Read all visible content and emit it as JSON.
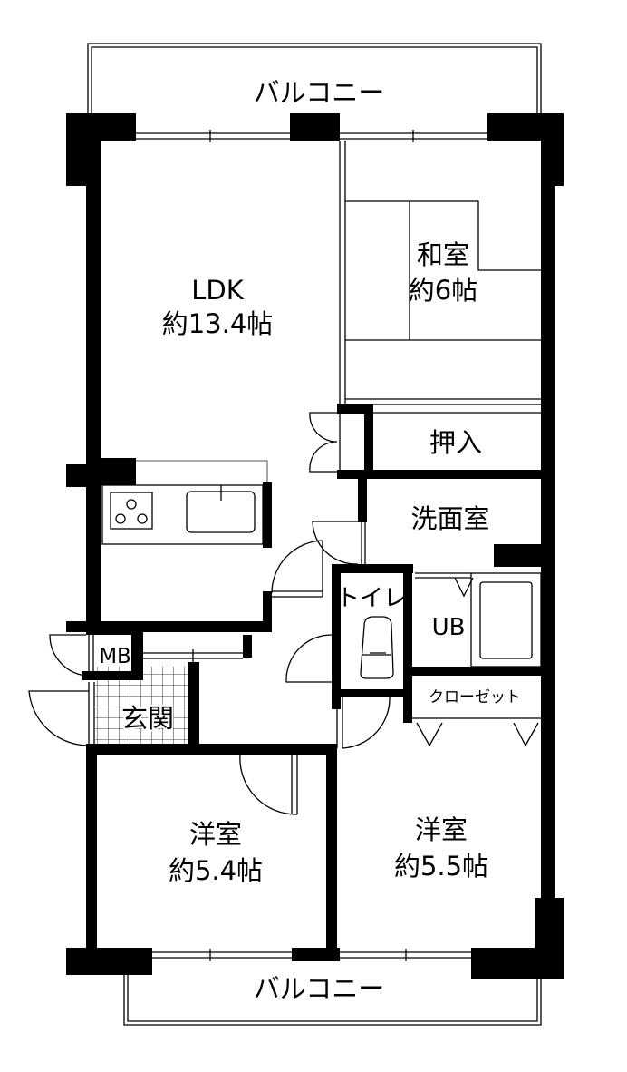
{
  "rooms": {
    "balcony_top": "バルコニー",
    "balcony_bottom": "バルコニー",
    "ldk_name": "LDK",
    "ldk_size": "約13.4帖",
    "washitsu_name": "和室",
    "washitsu_size": "約6帖",
    "oshiire": "押入",
    "senmenshitsu": "洗面室",
    "toilet": "トイレ",
    "ub": "UB",
    "closet": "クローゼット",
    "mb": "MB",
    "genkan": "玄関",
    "yoshitsu_left_name": "洋室",
    "yoshitsu_left_size": "約5.4帖",
    "yoshitsu_right_name": "洋室",
    "yoshitsu_right_size": "約5.5帖"
  }
}
